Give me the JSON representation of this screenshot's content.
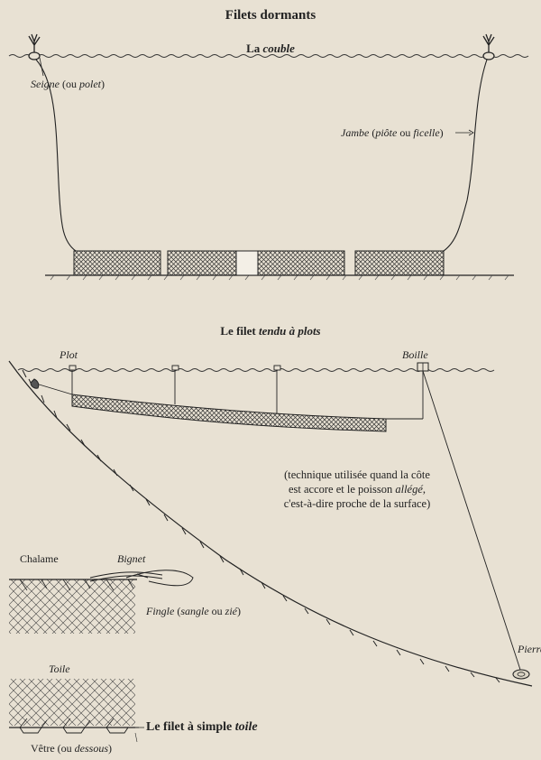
{
  "title": "Filets dormants",
  "section1": {
    "heading_prefix": "La ",
    "heading_em": "couble",
    "seigne_a": "Seigne",
    "seigne_b": " (ou ",
    "seigne_c": "polet",
    "seigne_d": ")",
    "jambe_a": "Jambe",
    "jambe_b": " (",
    "jambe_c": "piôte",
    "jambe_d": " ou ",
    "jambe_e": "ficelle",
    "jambe_f": ")"
  },
  "section2": {
    "heading_prefix": "Le filet ",
    "heading_em": "tendu à plots",
    "plot": "Plot",
    "boille": "Boille",
    "pierre": "Pierre",
    "note_line1": "(technique utilisée quand la côte",
    "note_line2a": "est accore et le poisson ",
    "note_line2b": "allégé",
    "note_line2c": ",",
    "note_line3": "c'est-à-dire proche de la surface)"
  },
  "section3": {
    "chalame": "Chalame",
    "bignet": "Bignet",
    "fingle_a": "Fingle",
    "fingle_b": " (",
    "fingle_c": "sangle",
    "fingle_d": " ou ",
    "fingle_e": "zié",
    "fingle_f": ")",
    "toile": "Toile",
    "caption_prefix": "Le filet à simple ",
    "caption_em": "toile",
    "vetre_a": "Vêtre (ou ",
    "vetre_b": "dessous",
    "vetre_c": ")"
  },
  "colors": {
    "background": "#e8e1d3",
    "ink": "#222222"
  }
}
